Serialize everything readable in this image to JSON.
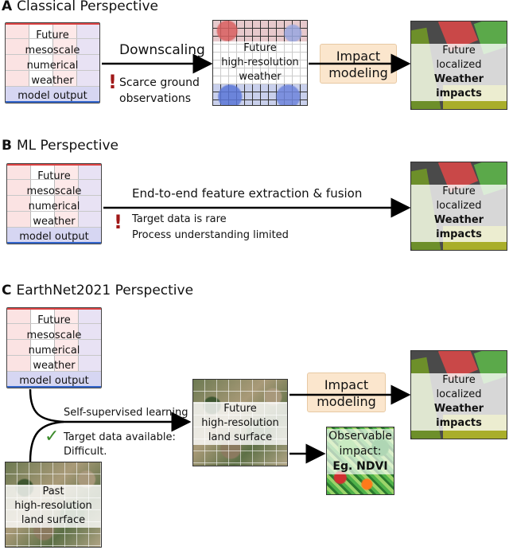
{
  "sections": {
    "a": {
      "letter": "A",
      "title": "Classical Perspective"
    },
    "b": {
      "letter": "B",
      "title": "ML Perspective"
    },
    "c": {
      "letter": "C",
      "title": "EarthNet2021 Perspective"
    }
  },
  "weather_grid": [
    "Future",
    "mesoscale",
    "numerical",
    "weather",
    "model output"
  ],
  "hires_weather": [
    "Future",
    "high-resolution",
    "weather"
  ],
  "impacts_tile": [
    "Future",
    "localized",
    "Weather impacts"
  ],
  "hires_land": [
    "Future",
    "high-resolution",
    "land surface"
  ],
  "past_land": [
    "Past",
    "high-resolution",
    "land surface"
  ],
  "impact_modeling": [
    "Impact",
    "modeling"
  ],
  "downscaling": "Downscaling",
  "scarce": [
    "Scarce ground",
    "observations"
  ],
  "end_to_end": "End-to-end feature extraction & fusion",
  "ml_issues": [
    "Target data is rare",
    "Process understanding limited"
  ],
  "self_supervised": "Self-supervised learning",
  "target_avail": [
    "Target data available:",
    "Difficult."
  ],
  "observable": [
    "Observable",
    "impact:",
    "Eg. NDVI"
  ],
  "exclaim": "!",
  "check": "✓",
  "colors": {
    "accent_red": "#a01818",
    "check_green": "#3a8a2a",
    "peach": "#fbe6cd"
  }
}
